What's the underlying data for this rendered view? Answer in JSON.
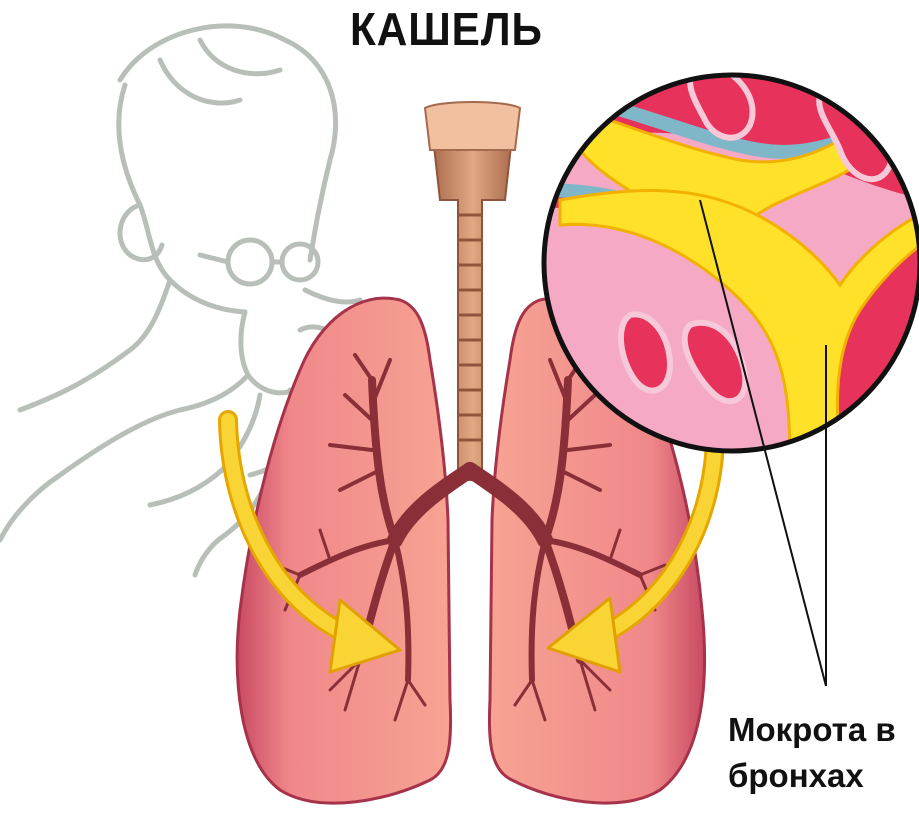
{
  "title": "КАШЕЛЬ",
  "callout": {
    "line1": "Мокрота в",
    "line2": "бронхах"
  },
  "colors": {
    "lung": "#ee7d7d",
    "lung_edge": "#b93b52",
    "bronchi": "#8a2f37",
    "trachea": "#c98a62",
    "arrow": "#f6c51a",
    "mucus": "#ffe12a",
    "tissue_pink": "#f5a9c4",
    "tissue_red": "#e7325b",
    "membrane_blue": "#7fb7c9",
    "sketch": "#b8bfb8"
  },
  "icons": {
    "figure": "coughing-person-sketch-icon",
    "lungs": "lungs-icon",
    "magnifier": "bronchus-closeup-icon"
  }
}
